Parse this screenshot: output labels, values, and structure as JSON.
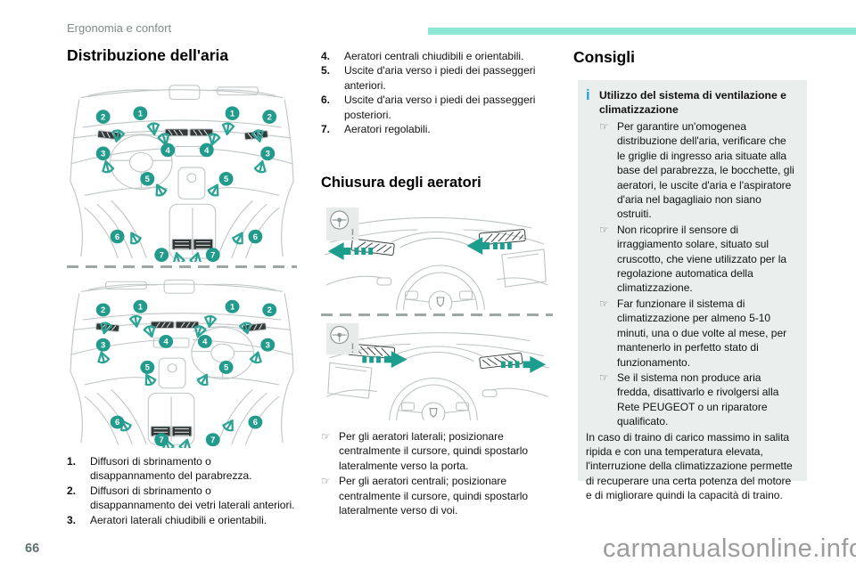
{
  "page": {
    "header": "Ergonomia e confort",
    "page_number": "66",
    "watermark": "carmanualsonline.info",
    "colors": {
      "accent_teal": "#239b8c",
      "stripe_teal": "#8ce8d4",
      "info_blue": "#2a9fd8",
      "sketch_gray": "#bfc5c5",
      "box_gray": "#eaeeed"
    }
  },
  "icons": {
    "info": "i",
    "pointer": "☞"
  },
  "left_column": {
    "title": "Distribuzione dell'aria",
    "list": [
      {
        "n": "1.",
        "text": "Diffusori di sbrinamento o disappannamento del parabrezza."
      },
      {
        "n": "2.",
        "text": "Diffusori di sbrinamento o disappannamento dei vetri laterali anteriori."
      },
      {
        "n": "3.",
        "text": "Aeratori laterali chiudibili e orientabili."
      }
    ]
  },
  "middle_column": {
    "list": [
      {
        "n": "4.",
        "text": "Aeratori centrali chiudibili e orientabili."
      },
      {
        "n": "5.",
        "text": "Uscite d'aria verso i piedi dei passeggeri anteriori."
      },
      {
        "n": "6.",
        "text": "Uscite d'aria verso i piedi dei passeggeri posteriori."
      },
      {
        "n": "7.",
        "text": "Aeratori regolabili."
      }
    ],
    "subtitle": "Chiusura degli aeratori",
    "bullets": [
      "Per gli aeratori laterali; posizionare centralmente il cursore, quindi spostarlo lateralmente verso la porta.",
      "Per gli aeratori centrali; posizionare centralmente il cursore, quindi spostarlo lateralmente verso di voi."
    ]
  },
  "right_column": {
    "title": "Consigli",
    "info_box": {
      "title": "Utilizzo del sistema di ventilazione e climatizzazione",
      "bullets": [
        "Per garantire un'omogenea distribuzione dell'aria, verificare che le griglie di ingresso aria situate alla base del parabrezza, le bocchette, gli aeratori, le uscite d'aria e l'aspiratore d'aria nel bagagliaio non siano ostruiti.",
        "Non ricoprire il sensore di irraggiamento solare, situato sul cruscotto, che viene utilizzato per la regolazione automatica della climatizzazione.",
        "Far funzionare il sistema di climatizzazione per almeno 5-10 minuti, una o due volte al mese, per mantenerlo in perfetto stato di funzionamento.",
        "Se il sistema non produce aria fredda, disattivarlo e rivolgersi alla Rete PEUGEOT o un riparatore qualificato."
      ],
      "note": "In caso di traino di carico massimo in salita ripida e con una temperatura elevata, l'interruzione della climatizzazione permette di recuperare una certa potenza del motore e di migliorare quindi la capacità di traino."
    }
  },
  "diagram": {
    "badges": [
      "2",
      "1",
      "1",
      "2",
      "3",
      "4",
      "4",
      "3",
      "5",
      "5",
      "6",
      "6",
      "7",
      "7"
    ]
  }
}
